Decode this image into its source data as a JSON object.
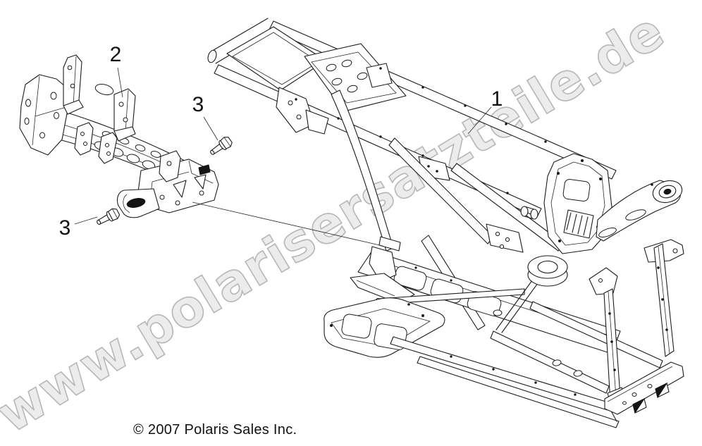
{
  "diagram": {
    "kind": "exploded-parts-diagram",
    "subject": "chassis-frame-assembly",
    "watermark": "www.polarisersatzteile.de",
    "copyright": "© 2007 Polaris Sales Inc.",
    "callouts": [
      {
        "label": "1",
        "part": "main-frame"
      },
      {
        "label": "2",
        "part": "bumper-mount-bracket"
      },
      {
        "label": "3",
        "part": "flange-bolt-upper"
      },
      {
        "label": "3",
        "part": "flange-bolt-lower"
      }
    ],
    "colors": {
      "background": "#ffffff",
      "line": "#1c1c1c",
      "watermark_fill": "#ececec",
      "watermark_outline": "#b7b7b7"
    }
  }
}
